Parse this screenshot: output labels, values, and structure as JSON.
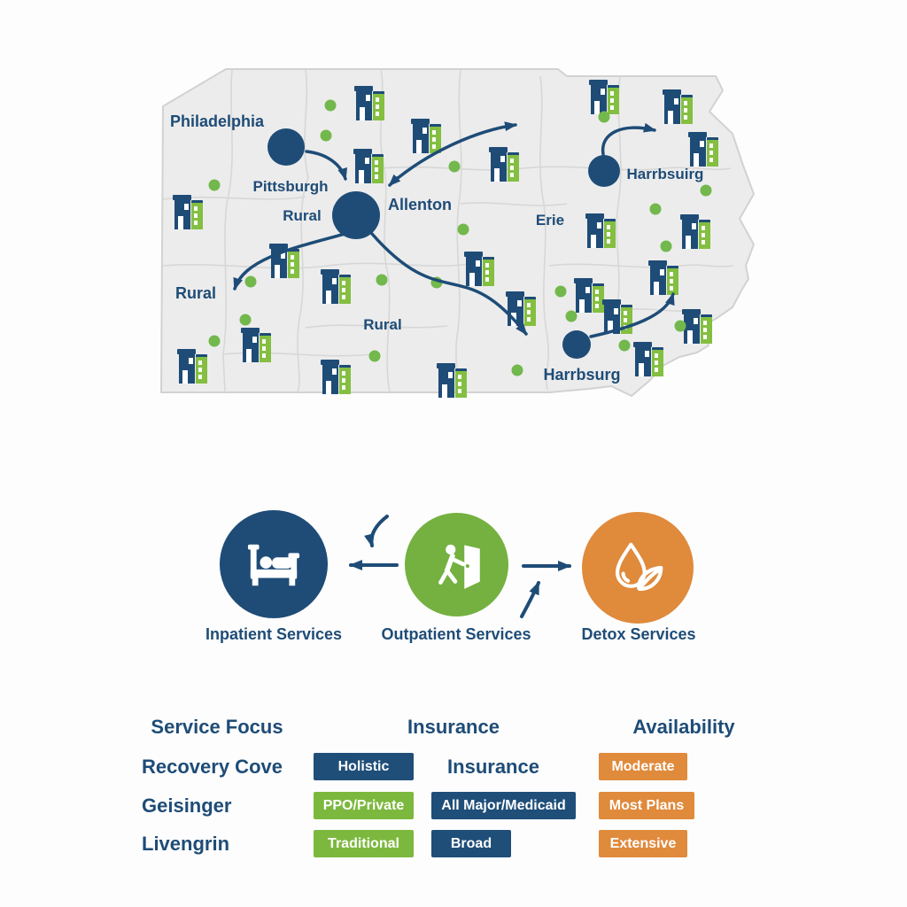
{
  "colors": {
    "navy": "#1E4C77",
    "green": "#74B140",
    "orange": "#E08A3C",
    "dot_green": "#72B84C",
    "map_fill": "#ECECEC",
    "county_line": "#D7D7D7"
  },
  "map": {
    "city_labels": [
      {
        "text": "Philadelphia"
      },
      {
        "text": "Pittsburgh"
      },
      {
        "text": "Rural"
      },
      {
        "text": "Allenton"
      },
      {
        "text": "Erie"
      },
      {
        "text": "Harrbsuirg"
      },
      {
        "text": "Rural"
      },
      {
        "text": "Rural"
      },
      {
        "text": "Harrbsurg"
      }
    ]
  },
  "services": {
    "items": [
      {
        "label": "Inpatient Services",
        "icon": "bed-icon",
        "color": "#1E4C77"
      },
      {
        "label": "Outpatient Services",
        "icon": "walking-person-door-icon",
        "color": "#74B140"
      },
      {
        "label": "Detox Services",
        "icon": "water-drop-leaf-icon",
        "color": "#E08A3C"
      }
    ]
  },
  "table": {
    "headers": [
      "Service Focus",
      "Insurance",
      "Availability"
    ],
    "rows": [
      {
        "name": "Recovery Cove",
        "cells": [
          {
            "text": "Holistic"
          },
          {
            "text": "Insurance"
          },
          {
            "text": "Moderate"
          }
        ]
      },
      {
        "name": "Geisinger",
        "cells": [
          {
            "text": "PPO/Private"
          },
          {
            "text": "All Major/Medicaid"
          },
          {
            "text": "Most Plans"
          }
        ]
      },
      {
        "name": "Livengrin",
        "cells": [
          {
            "text": "Traditional"
          },
          {
            "text": "Broad"
          },
          {
            "text": "Extensive"
          }
        ]
      }
    ]
  }
}
